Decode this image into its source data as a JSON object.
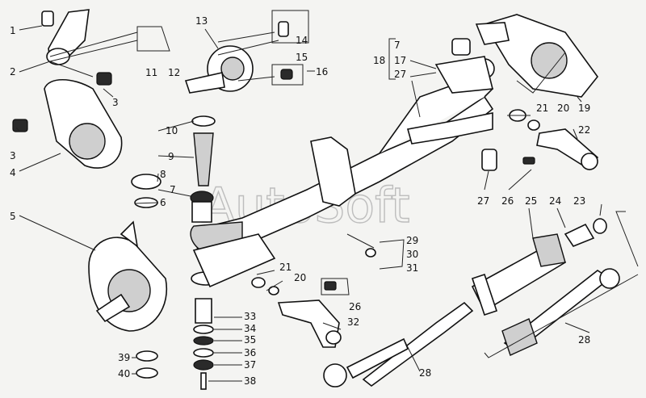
{
  "watermark": "AutoSoft",
  "labels": {
    "l1": "1",
    "l2": "2",
    "l3a": "3",
    "l3b": "3",
    "l4": "4",
    "l5": "5",
    "l6": "6",
    "l7a": "7",
    "l7b": "7",
    "l8": "8",
    "l9": "9",
    "l10": "10",
    "l11": "11",
    "l12": "12",
    "l13": "13",
    "l14": "14",
    "l15": "15",
    "l16": "16",
    "l17": "17",
    "l18": "18",
    "l19": "19",
    "l20a": "20",
    "l20b": "20",
    "l21a": "21",
    "l21b": "21",
    "l22": "22",
    "l23": "23",
    "l24": "24",
    "l25": "25",
    "l26a": "26",
    "l26b": "26",
    "l27a": "27",
    "l27b": "27",
    "l28a": "28",
    "l28b": "28",
    "l29": "29",
    "l30": "30",
    "l31": "31",
    "l32": "32",
    "l33": "33",
    "l34": "34",
    "l35": "35",
    "l36": "36",
    "l37": "37",
    "l38": "38",
    "l39": "39",
    "l40": "40"
  }
}
